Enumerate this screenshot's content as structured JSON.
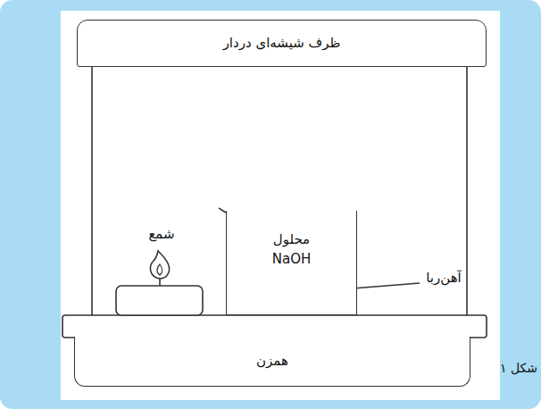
{
  "diagram": {
    "caption": "شکل ۱",
    "nodes": [
      {
        "text": [
          "ظرف شیشه‌ای دردار"
        ]
      },
      {
        "text": [
          "محلول NaOH"
        ]
      },
      {
        "text": [
          "همزن"
        ]
      }
    ],
    "labels": [
      "شمع",
      "آهن‌ربا"
    ]
  }
}
